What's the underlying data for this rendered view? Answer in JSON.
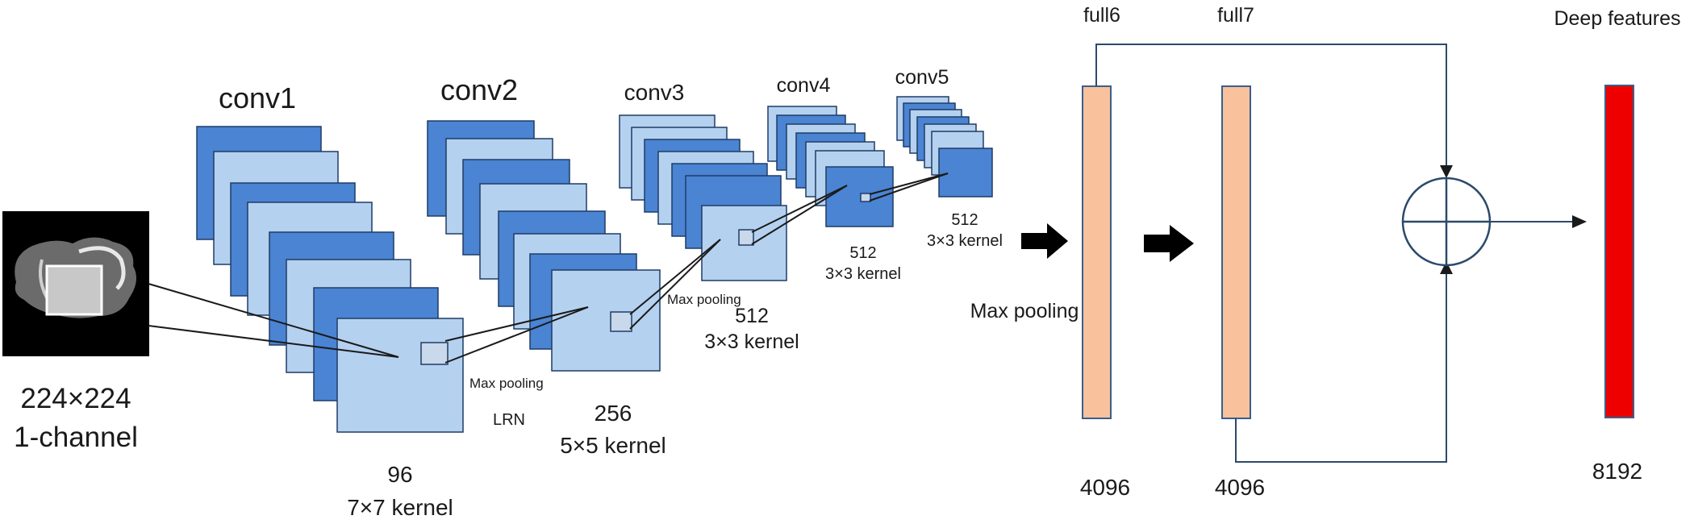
{
  "input": {
    "size": "224×224",
    "channels": "1-channel"
  },
  "conv1": {
    "title": "conv1",
    "filters": "96",
    "kernel": "7×7 kernel",
    "ops": [
      "Max pooling",
      "LRN"
    ]
  },
  "conv2": {
    "title": "conv2",
    "filters": "256",
    "kernel": "5×5 kernel",
    "ops": [
      "Max pooling"
    ]
  },
  "conv3": {
    "title": "conv3",
    "filters": "512",
    "kernel": "3×3 kernel"
  },
  "conv4": {
    "title": "conv4",
    "filters": "512",
    "kernel": "3×3 kernel"
  },
  "conv5": {
    "title": "conv5",
    "filters": "512",
    "kernel": "3×3 kernel",
    "ops": [
      "Max pooling"
    ]
  },
  "full6": {
    "title": "full6",
    "units": "4096"
  },
  "full7": {
    "title": "full7",
    "units": "4096"
  },
  "output": {
    "title": "Deep features",
    "units": "8192"
  },
  "colors": {
    "dark_blue": "#4a84d2",
    "light_blue": "#b5d1f0",
    "fc": "#f9c19c",
    "fc_border": "#3a5f8a",
    "output": "#ee0000",
    "line": "#2b4a6b"
  }
}
